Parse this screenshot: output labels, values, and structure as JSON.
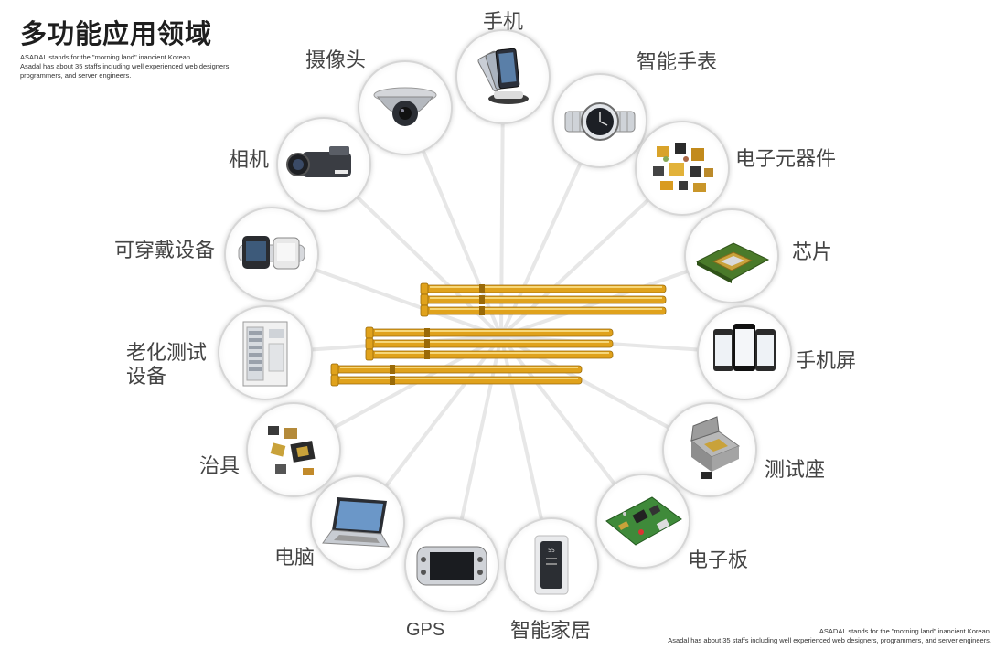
{
  "title": "多功能应用领域",
  "description_top": [
    "ASADAL stands for the \"morning land\" inancient Korean.",
    "Asadal has about 35 staffs including well experienced web designers,",
    "programmers, and server engineers."
  ],
  "description_bottom": [
    "ASADAL stands for the \"morning land\" inancient Korean.",
    "Asadal has about 35 staffs including well experienced web designers, programmers, and server engineers."
  ],
  "applications": [
    {
      "id": "phone",
      "label": "手机",
      "icon": "phone-icon"
    },
    {
      "id": "smartwatch",
      "label": "智能手表",
      "icon": "watch-icon"
    },
    {
      "id": "components",
      "label": "电子元器件",
      "icon": "components-icon"
    },
    {
      "id": "chip",
      "label": "芯片",
      "icon": "chip-icon"
    },
    {
      "id": "screen",
      "label": "手机屏",
      "icon": "screen-icon"
    },
    {
      "id": "socket",
      "label": "测试座",
      "icon": "socket-icon"
    },
    {
      "id": "board",
      "label": "电子板",
      "icon": "pcb-icon"
    },
    {
      "id": "smarthome",
      "label": "智能家居",
      "icon": "smart-home-icon"
    },
    {
      "id": "gps",
      "label": "GPS",
      "icon": "gps-icon"
    },
    {
      "id": "laptop",
      "label": "电脑",
      "icon": "laptop-icon"
    },
    {
      "id": "fixture",
      "label": "治具",
      "icon": "fixture-icon"
    },
    {
      "id": "aging",
      "label": "老化测试设备",
      "label_lines": [
        "老化测试",
        "设备"
      ],
      "icon": "aging-cabinet-icon"
    },
    {
      "id": "wearable",
      "label": "可穿戴设备",
      "icon": "wearable-icon"
    },
    {
      "id": "camera",
      "label": "相机",
      "icon": "camcorder-icon"
    },
    {
      "id": "cctv",
      "label": "摄像头",
      "icon": "cctv-icon"
    }
  ],
  "colors": {
    "pin_gold": "#e0a21c",
    "pin_highlight": "#f6d77a",
    "pin_shadow": "#9a6a08",
    "connector_line": "#e7e7e7",
    "circle_border": "#d6d6d6",
    "label_text": "#444444"
  }
}
